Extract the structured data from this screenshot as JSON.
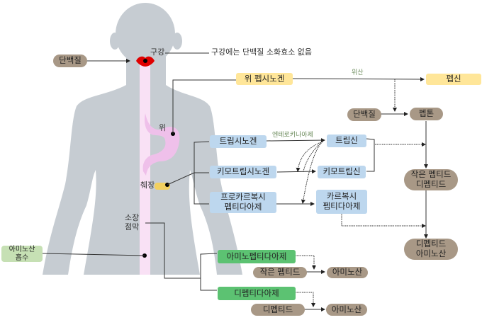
{
  "colors": {
    "body": "#c6ccd2",
    "tube": "#f9e1f5",
    "stomach": "#efc0ea",
    "pill": "#a89886",
    "blue": "#bdd7ee",
    "yellow": "#ffe699",
    "green": "#5cc272",
    "light_green": "#c6e0b4",
    "enzyme_text": "#6a8a5a"
  },
  "organs": {
    "mouth": "구강",
    "stomach": "위",
    "pancreas": "췌장",
    "small_intestine": "소장\n점막"
  },
  "notes": {
    "mouth_note": "구강에는 단백질 소화효소 없음",
    "stomach_acid": "위산",
    "enterokinase": "엔테로키나아제"
  },
  "nodes": {
    "protein_in": "단백질",
    "pepsinogen": "위 펩시노겐",
    "pepsin": "펩신",
    "protein_stomach": "단백질",
    "peptone": "펩톤",
    "trypsinogen": "트립시노겐",
    "trypsin": "트립신",
    "chymotrypsinogen": "키모트립시노겐",
    "chymotrypsin": "키모트립신",
    "procarboxypeptidase": "프로카르복시\n펩티다아제",
    "carboxypeptidase": "카르복시\n펩티다아제",
    "small_peptide_dipeptide": "작은 펩티드\n디펩티드",
    "dipeptide_aminoacid": "디펩티드\n아미노산",
    "aminopeptidase": "아미노펩티다아제",
    "small_peptide": "작은 펩티드",
    "amino_acid_1": "아미노산",
    "dipeptidase": "디펩티다아제",
    "dipeptide": "디펩티드",
    "amino_acid_2": "아미노산",
    "absorption": "아미노산\n흡수"
  }
}
